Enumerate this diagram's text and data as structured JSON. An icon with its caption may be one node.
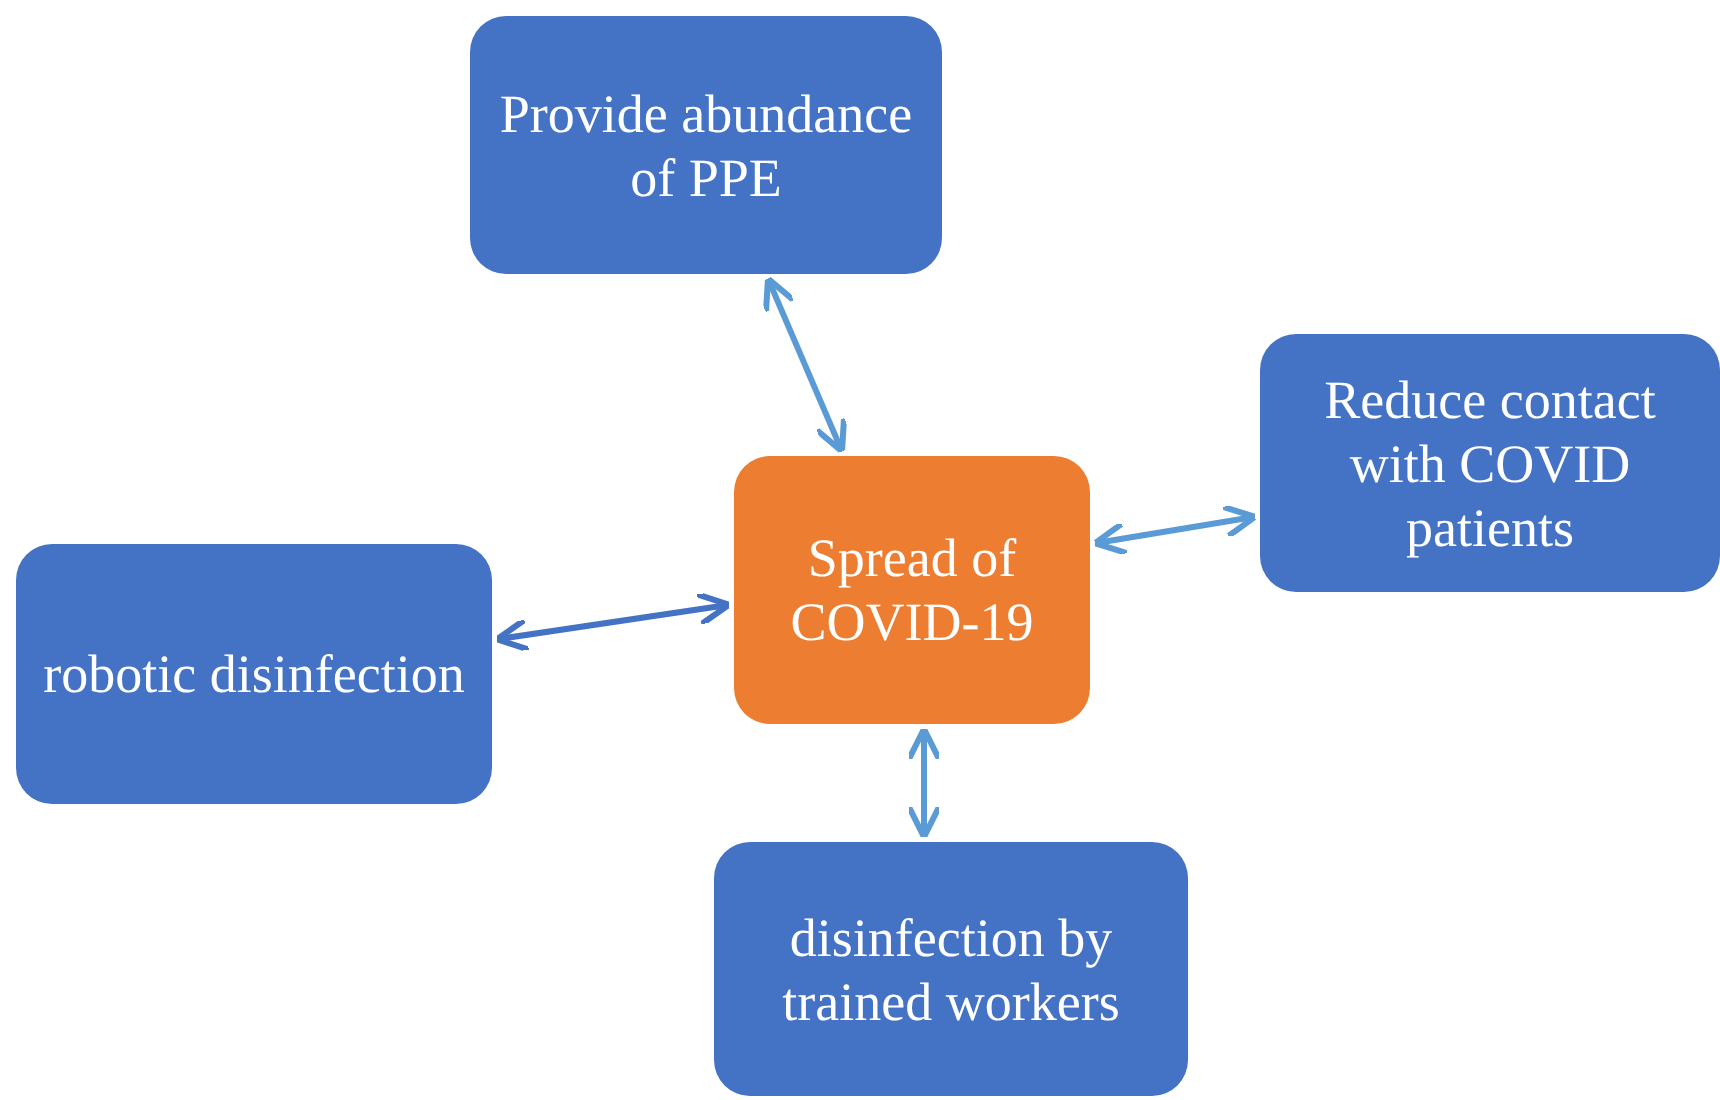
{
  "diagram": {
    "nodes": [
      {
        "text": [
          "Provide abundance of PPE"
        ]
      },
      {
        "text": [
          "Reduce contact with COVID patients"
        ]
      },
      {
        "text": [
          "Spread of COVID-19"
        ]
      },
      {
        "text": [
          "robotic disinfection"
        ]
      },
      {
        "text": [
          "disinfection by trained workers"
        ]
      }
    ],
    "edges": [
      {
        "from": 2,
        "to": 0,
        "arrow": "both"
      },
      {
        "from": 2,
        "to": 1,
        "arrow": "both"
      },
      {
        "from": 2,
        "to": 3,
        "arrow": "both",
        "color": "#4472c4"
      },
      {
        "from": 2,
        "to": 4,
        "arrow": "both"
      }
    ]
  }
}
